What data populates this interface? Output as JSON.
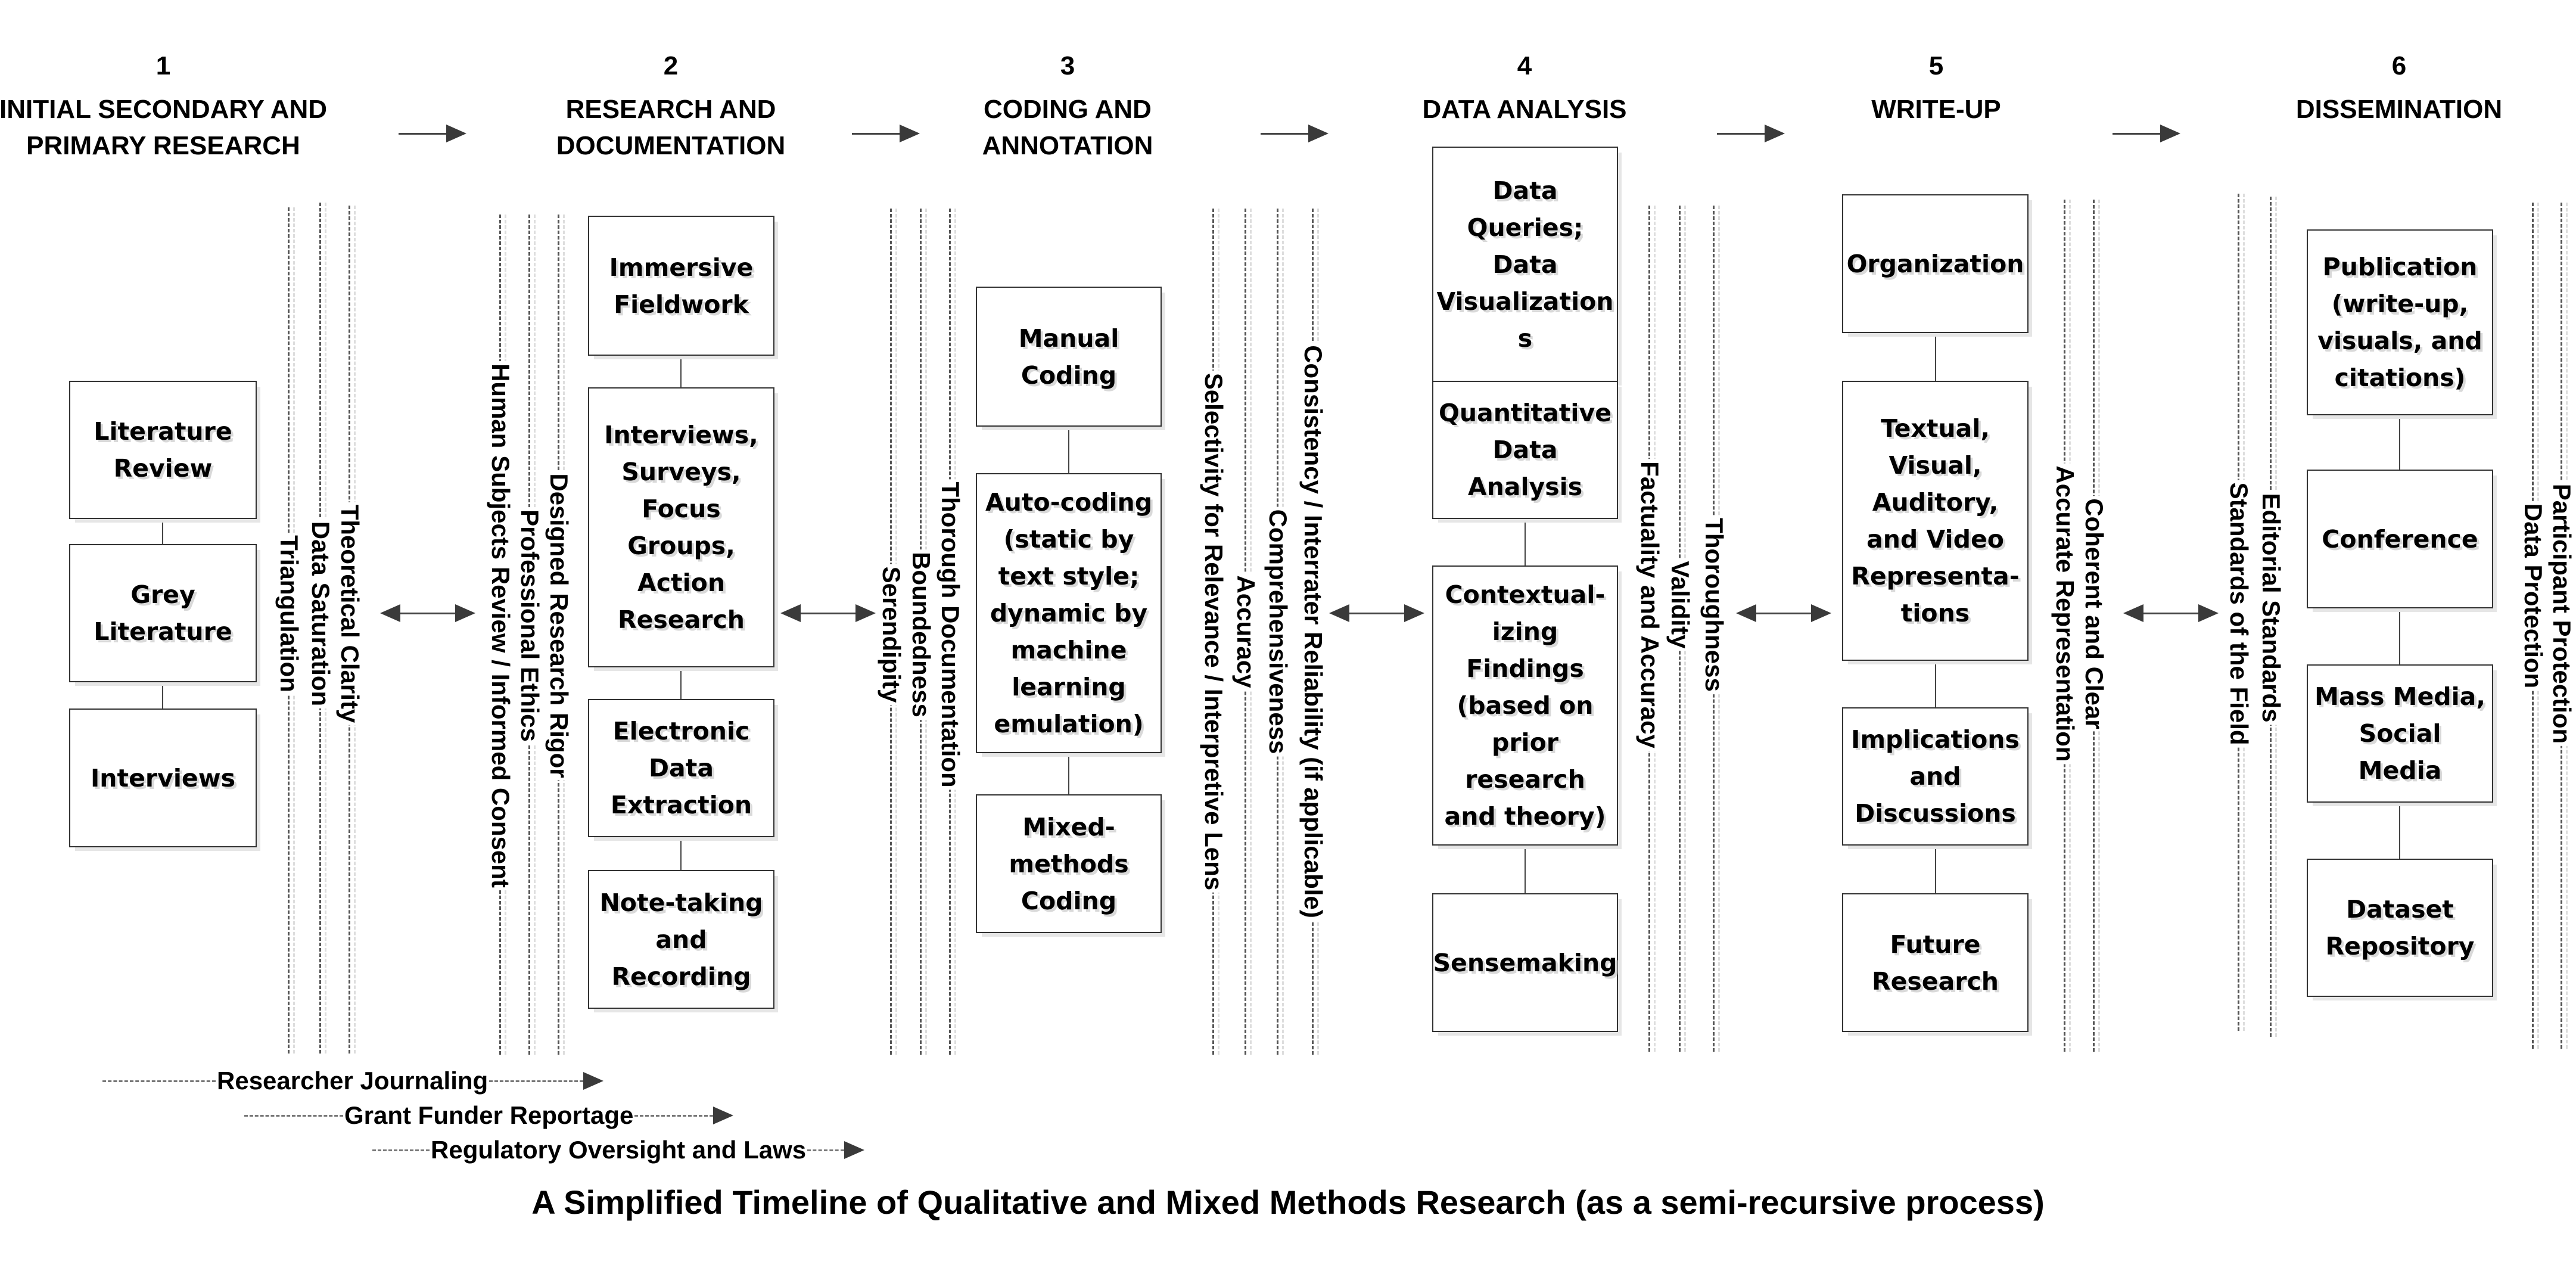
{
  "stages": [
    {
      "number": "1",
      "title_line1": "INITIAL SECONDARY AND",
      "title_line2": "PRIMARY RESEARCH",
      "boxes": [
        "Literature Review",
        "Grey Literature",
        "Interviews"
      ],
      "criteria": [
        "Theoretical Clarity",
        "Data Saturation",
        "Triangulation"
      ]
    },
    {
      "number": "2",
      "title_line1": "RESEARCH AND",
      "title_line2": "DOCUMENTATION",
      "criteria_before": [
        "Designed Research Rigor",
        "Professional Ethics",
        "Human Subjects Review / Informed Consent"
      ],
      "boxes": [
        "Immersive Fieldwork",
        "Interviews, Surveys, Focus Groups, Action Research",
        "Electronic Data Extraction",
        "Note-taking and Recording"
      ],
      "criteria": [
        "Thorough Documentation",
        "Boundedness",
        "Serendipity"
      ]
    },
    {
      "number": "3",
      "title_line1": "CODING AND",
      "title_line2": "ANNOTATION",
      "boxes": [
        "Manual Coding",
        "Auto-coding (static by text style; dynamic by machine learning emulation)",
        "Mixed-methods Coding"
      ],
      "criteria": [
        "Consistency / Interrater Reliability (if applicable)",
        "Comprehensiveness",
        "Accuracy",
        "Selectivity for Relevance / Interpretive Lens"
      ]
    },
    {
      "number": "4",
      "title_line1": "DATA ANALYSIS",
      "title_line2": "",
      "boxes": [
        "Data Queries; Data Visualization s",
        "Quantitative Data Analysis",
        "Contextual-izing Findings (based on prior research and theory)",
        "Sensemaking"
      ],
      "criteria": [
        "Thoroughness",
        "Validity",
        "Factuality and Accuracy"
      ]
    },
    {
      "number": "5",
      "title_line1": "WRITE-UP",
      "title_line2": "",
      "boxes": [
        "Organization",
        "Textual, Visual, Auditory, and Video Representa-tions",
        "Implications and Discussions",
        "Future Research"
      ],
      "criteria": [
        "Coherent and Clear",
        "Accurate Representation"
      ]
    },
    {
      "number": "6",
      "title_line1": "DISSEMINATION",
      "title_line2": "",
      "criteria_before": [
        "Editorial Standards",
        "Standards of the Field"
      ],
      "boxes": [
        "Publication (write-up, visuals, and citations)",
        "Conference",
        "Mass Media, Social Media",
        "Dataset Repository"
      ],
      "criteria": [
        "Participant Protection",
        "Data Protection"
      ]
    }
  ],
  "tracks": [
    "Researcher Journaling",
    "Grant Funder Reportage",
    "Regulatory Oversight and Laws"
  ],
  "caption": "A Simplified Timeline of Qualitative and Mixed Methods Research (as a semi-recursive process)",
  "colors": {
    "line": "#444444",
    "arrowhead": "#3a3a3a",
    "shadow": "#d9d9d9",
    "text": "#000000"
  }
}
